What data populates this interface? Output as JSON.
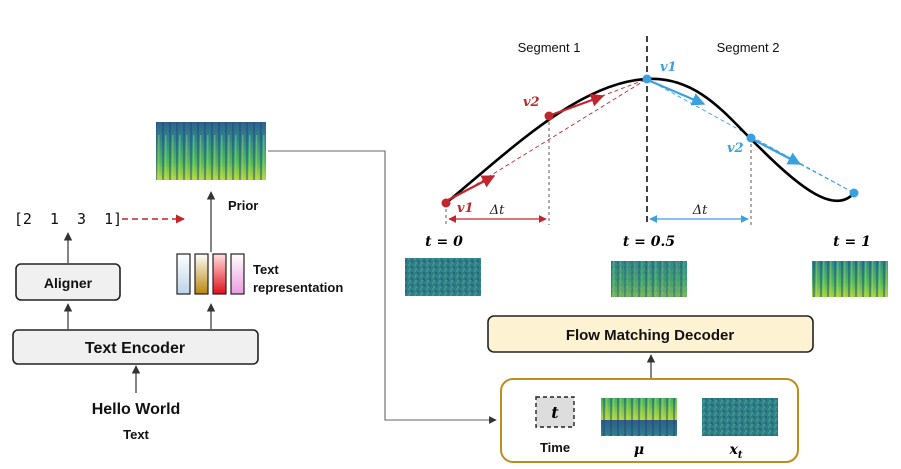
{
  "left": {
    "input_text": "Hello World",
    "input_caption": "Text",
    "text_encoder_label": "Text Encoder",
    "aligner_label": "Aligner",
    "durations": "[2  1  3  1]",
    "prior_label": "Prior",
    "text_repr_line1": "Text",
    "text_repr_line2": "representation"
  },
  "right": {
    "segment1_label": "Segment 1",
    "segment2_label": "Segment 2",
    "v1_left": "v1",
    "v2_left": "v2",
    "v1_right": "v1",
    "v2_right": "v2",
    "delta_t_left": "Δt",
    "delta_t_right": "Δt",
    "t0_label": "t = 0",
    "t05_label": "t = 0.5",
    "t1_label": "t = 1",
    "decoder_label": "Flow Matching Decoder",
    "time_symbol": "t",
    "time_caption": "Time",
    "mu_caption": "μ",
    "xt_caption": "x",
    "xt_subscript": "t"
  },
  "colors": {
    "red": "#c0262b",
    "blue": "#3aa0e0",
    "box_gray": "#f0f0f0",
    "decoder_fill": "#fdf3d3",
    "input_border": "#b8901a",
    "noise": "#2f7f86"
  }
}
